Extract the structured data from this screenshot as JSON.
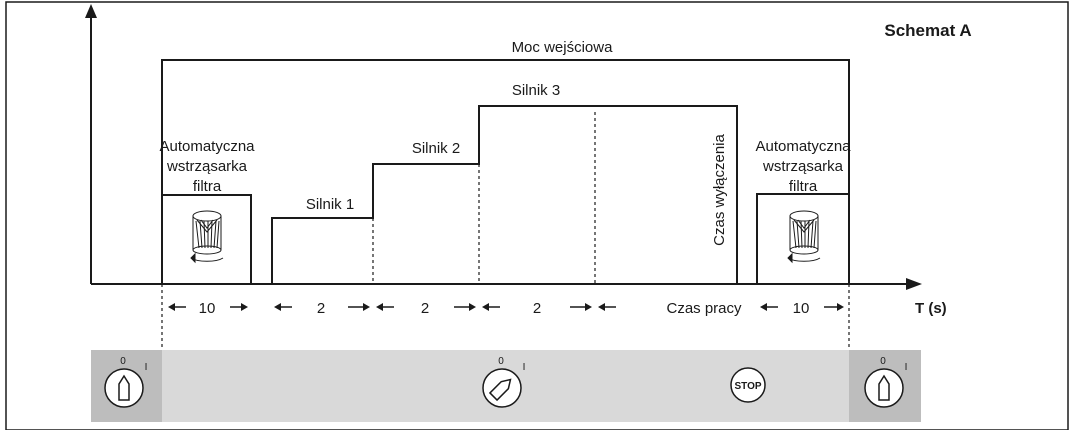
{
  "title": "Schemat A",
  "input_power_label": "Moc wejściowa",
  "motors": {
    "motor1": "Silnik 1",
    "motor2": "Silnik 2",
    "motor3": "Silnik 3"
  },
  "filter_shaker_label": [
    "Automatyczna",
    "wstrząsarka",
    "filtra"
  ],
  "shutdown_time_label": "Czas wyłączenia",
  "operating_time_label": "Czas pracy",
  "axis_label": "T (s)",
  "intervals": [
    "10",
    "2",
    "2",
    "2",
    "10"
  ],
  "switch": {
    "off_label": "0",
    "on_label": "I",
    "stop_label": "STOP"
  },
  "colors": {
    "line": "#1a1a1a",
    "panel": "#d9d9d9",
    "switch_bg": "#bdbdbd"
  }
}
